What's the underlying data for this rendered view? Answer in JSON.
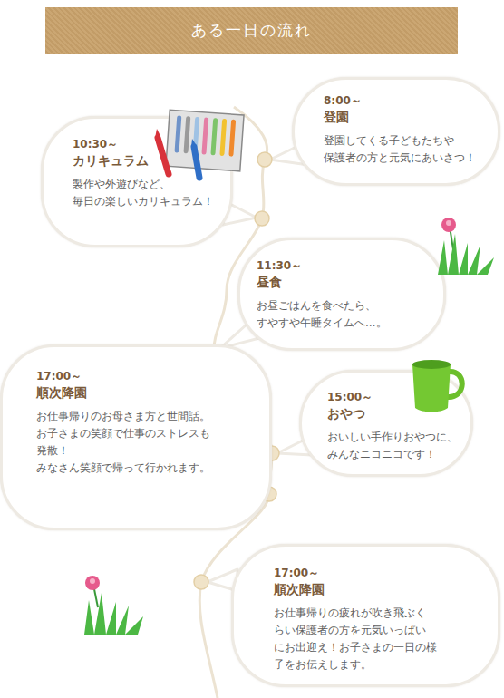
{
  "diagram": {
    "title": "ある一日の流れ",
    "nodes": [
      {
        "text": [
          "8:00～",
          "登園",
          "登園してくる子どもたちや 保護者の方と元気にあいさつ！"
        ]
      },
      {
        "text": [
          "10:30～",
          "カリキュラム",
          "製作や外遊びなど、 毎日の楽しいカリキュラム！"
        ]
      },
      {
        "text": [
          "11:30～",
          "昼食",
          "お昼ごはんを食べたら、 すやすや午睡タイムへ…。"
        ]
      },
      {
        "text": [
          "17:00～",
          "順次降園",
          "お仕事帰りのお母さま方と世間話。 お子さまの笑顔で仕事のストレスも 発散！ みなさん笑顔で帰って行かれます。"
        ]
      },
      {
        "text": [
          "15:00～",
          "おやつ",
          "おいしい手作りおやつに、 みんなニコニコです！"
        ]
      },
      {
        "text": [
          "17:00～",
          "順次降園",
          "お仕事帰りの疲れが吹き飛ぶく らい保護者の方を元気いっぱい にお出迎え！お子さまの一日の様 子をお伝えします。"
        ]
      }
    ]
  }
}
